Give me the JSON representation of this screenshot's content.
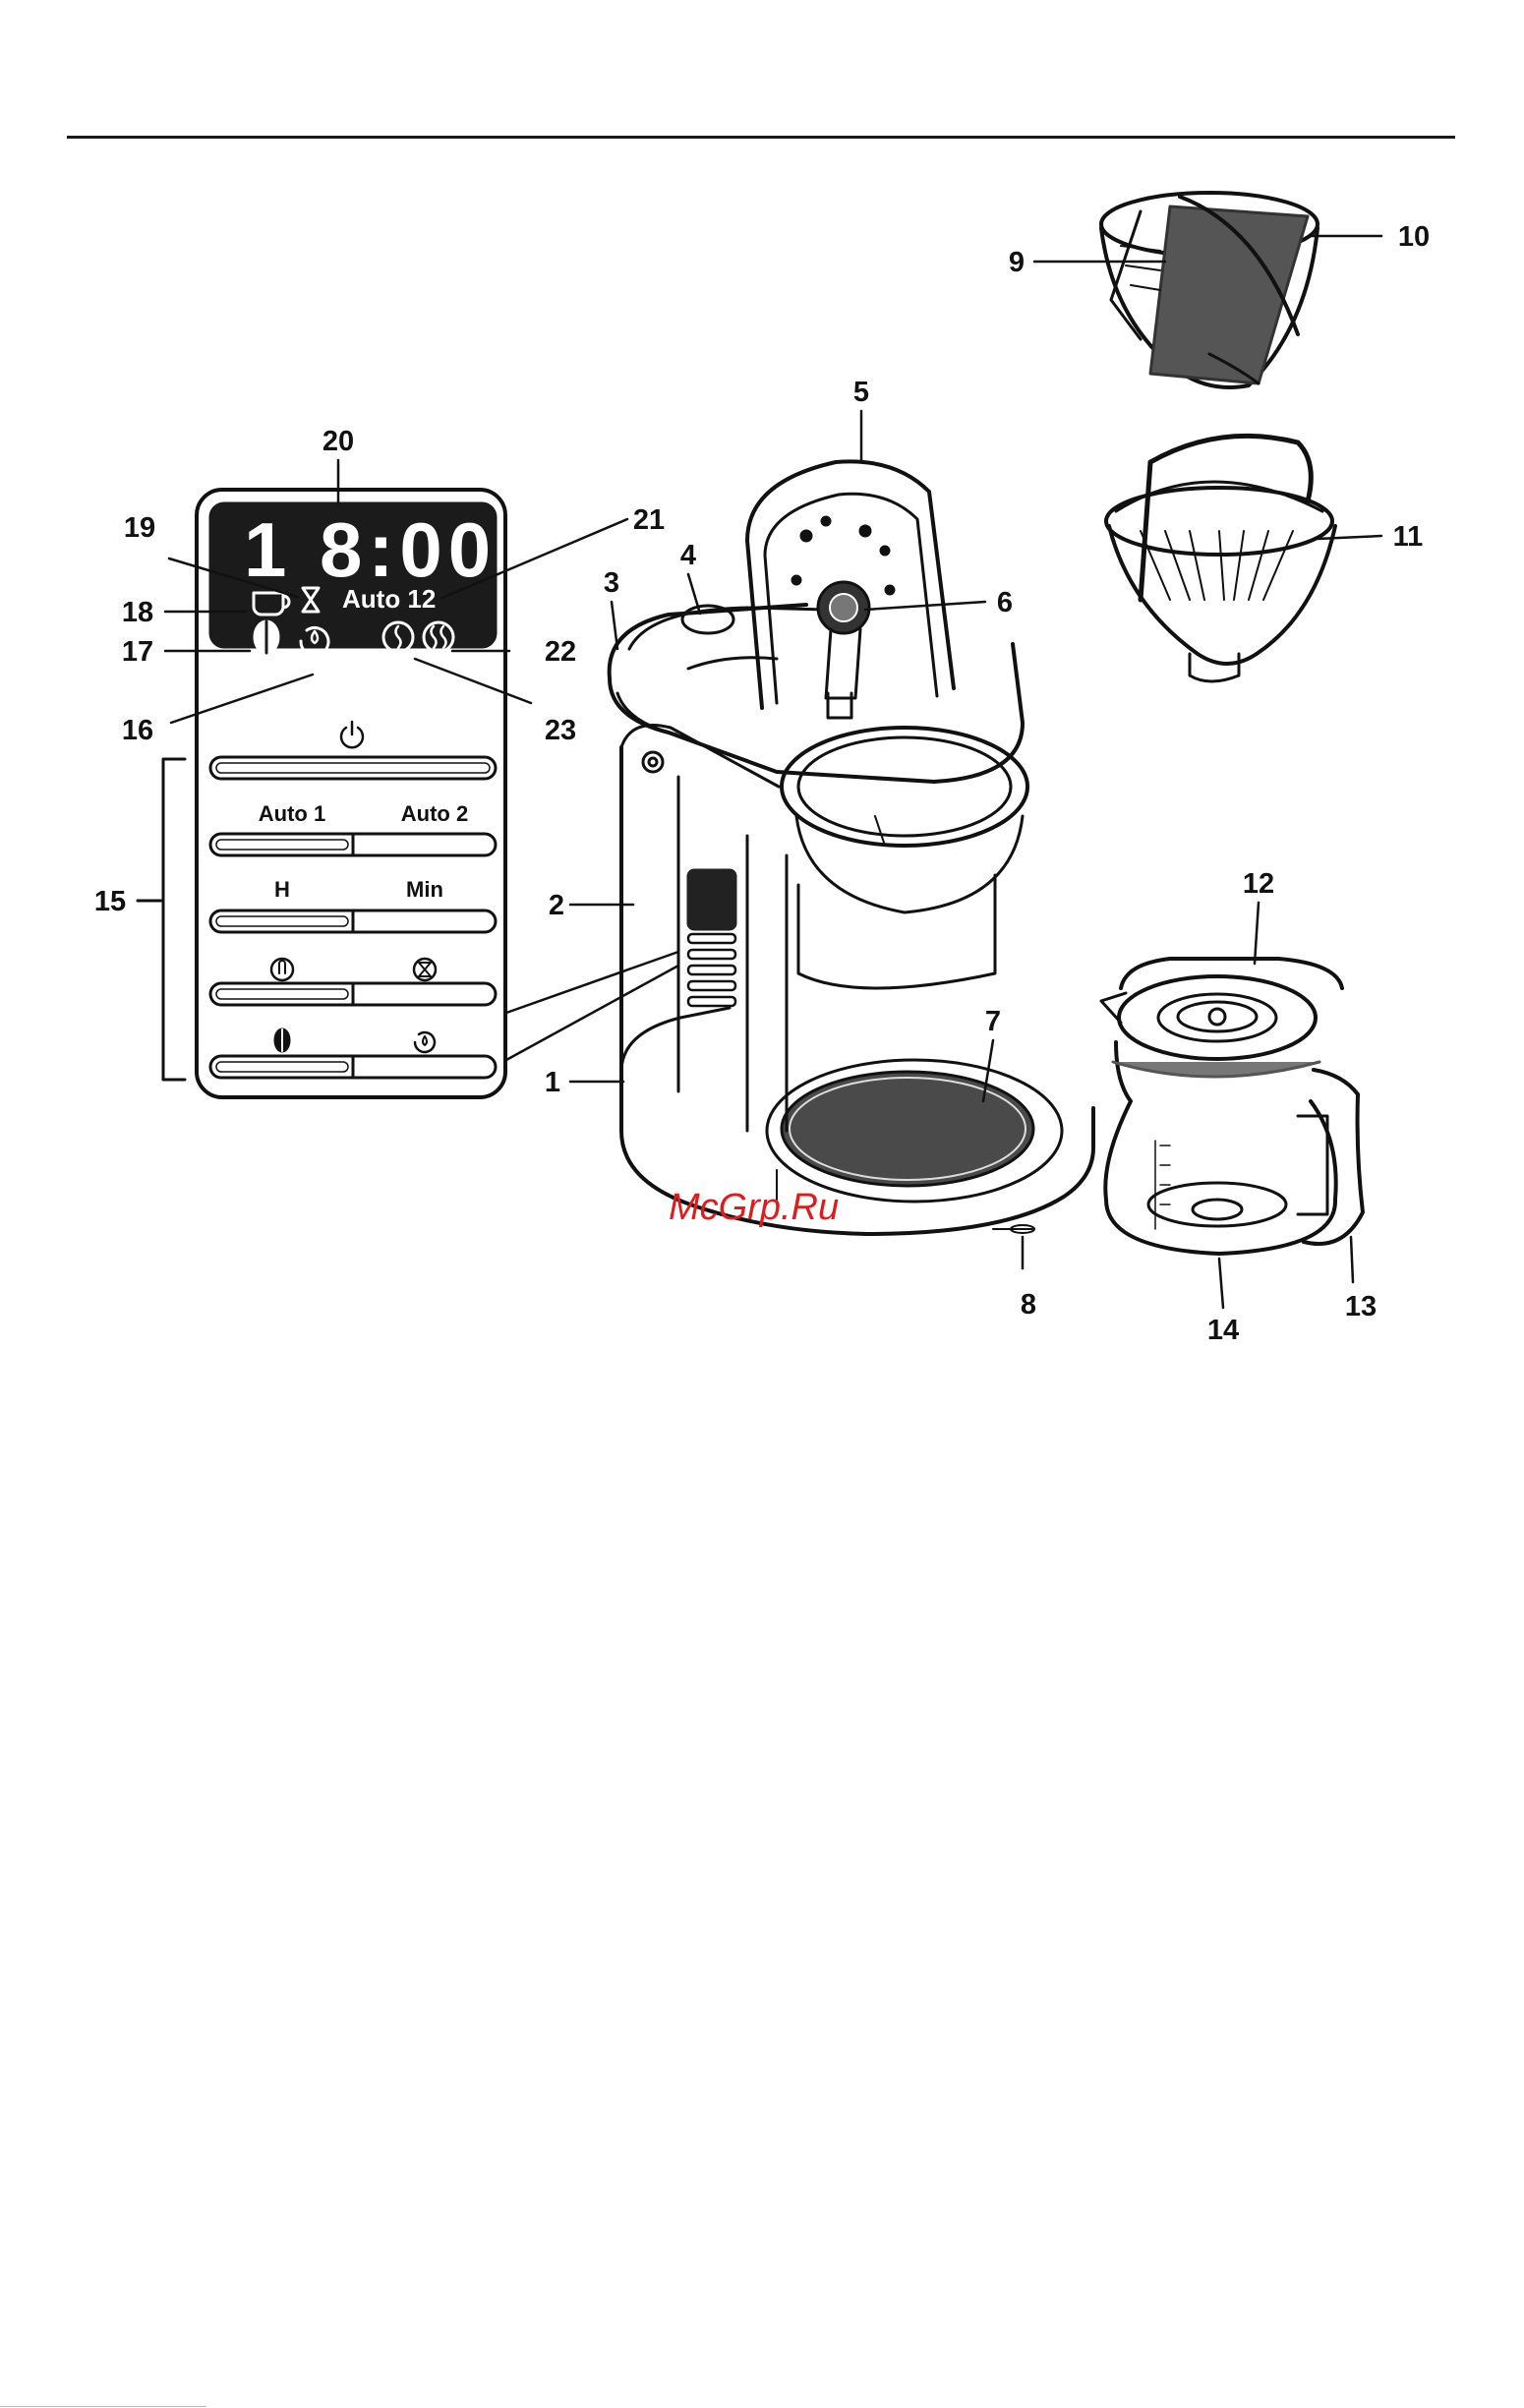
{
  "callouts": {
    "n1": "1",
    "n2": "2",
    "n3": "3",
    "n4": "4",
    "n5": "5",
    "n6": "6",
    "n7": "7",
    "n8": "8",
    "n9": "9",
    "n10": "10",
    "n11": "11",
    "n12": "12",
    "n13": "13",
    "n14": "14",
    "n15": "15",
    "n16": "16",
    "n17": "17",
    "n18": "18",
    "n19": "19",
    "n20": "20",
    "n21": "21",
    "n22": "22",
    "n23": "23"
  },
  "display": {
    "time": "1 8:00",
    "auto_label": "Auto 12"
  },
  "panel_buttons": {
    "auto1": "Auto 1",
    "auto2": "Auto 2",
    "hour": "H",
    "minute": "Min"
  },
  "watermark": "McGrp.Ru",
  "icons": [
    "power-icon",
    "cup-icon",
    "hourglass-icon",
    "coffee-bean-icon",
    "clean-cycle-icon",
    "steam-low-icon",
    "steam-high-icon",
    "thermometer-icon"
  ],
  "colors": {
    "ink": "#111111",
    "watermark": "#e11b1b",
    "lcd_bg": "#1b1b1b",
    "dark_fill": "#444444"
  }
}
